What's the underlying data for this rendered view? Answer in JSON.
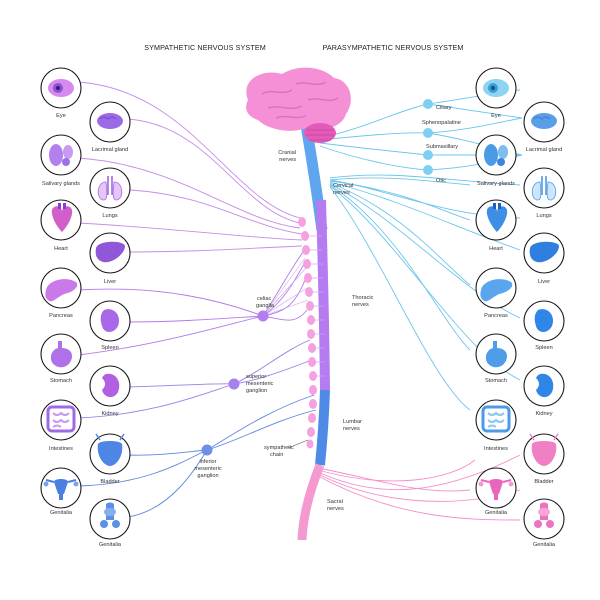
{
  "titles": {
    "sympathetic": "SYMPATHETIC NERVOUS SYSTEM",
    "parasympathetic": "PARASYMPATHETIC NERVOUS SYSTEM"
  },
  "spine_labels": {
    "cranial": [
      "Cranial",
      "nerves"
    ],
    "cervical": [
      "Cervical",
      "nerves"
    ],
    "thoracic": [
      "Thoracic",
      "nerves"
    ],
    "lumbar": [
      "Lumbar",
      "nerves"
    ],
    "sacral": [
      "Sacral",
      "nerves"
    ]
  },
  "ganglia_labels": {
    "celiac": [
      "celiac",
      "ganglia"
    ],
    "superior_mesenteric": [
      "superior",
      "mesenteric",
      "ganglion"
    ],
    "inferior_mesenteric": [
      "inferior",
      "mesenteric",
      "ganglion"
    ],
    "sympathetic_chain": [
      "sympathetic",
      "chain"
    ]
  },
  "para_ganglia": [
    "Ciliary",
    "Sphenopalatine",
    "Submaxillary",
    "Otic"
  ],
  "left_organs": [
    "Eye",
    "Lacrimal gland",
    "Salivary glands",
    "Lungs",
    "Heart",
    "Liver",
    "Pancreas",
    "Spleen",
    "Stomach",
    "Kidney",
    "Intestines",
    "Bladder",
    "Genitalia",
    "Genitalia"
  ],
  "right_organs": [
    "Eye",
    "Lacrimal gland",
    "Salivary glands",
    "Lungs",
    "Heart",
    "Liver",
    "Pancreas",
    "Spleen",
    "Stomach",
    "Kidney",
    "Intestines",
    "Bladder",
    "Genitalia",
    "Genitalia"
  ],
  "colors": {
    "pink": "#e98bd6",
    "violet": "#b26cf0",
    "blue": "#3f8ee6",
    "cyan": "#5ec3ea",
    "sacral": "#f58bcc"
  }
}
